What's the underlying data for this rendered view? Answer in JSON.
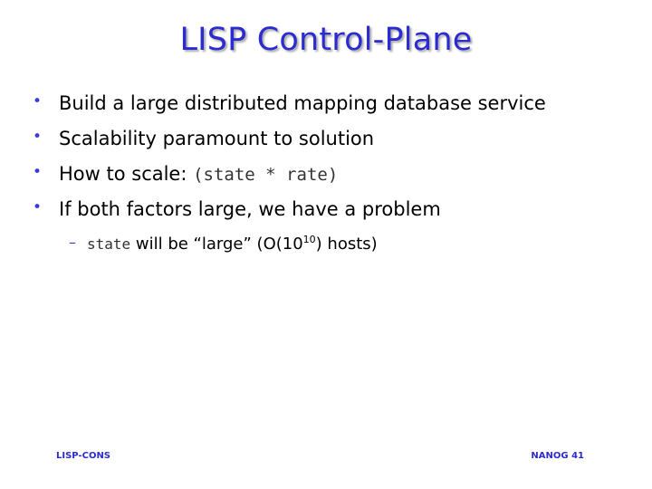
{
  "slide": {
    "title": "LISP Control-Plane",
    "bullet_marker": "•",
    "sub_marker": "–",
    "bullets": [
      "Build a large distributed mapping database service",
      "Scalability paramount to solution",
      {
        "text": "How to scale: ",
        "code": "(state * rate)"
      },
      "If both factors large, we have a problem"
    ],
    "sub_bullet": {
      "code": "state",
      "text_before_sup": " will be “large” (O(10",
      "sup": "10",
      "text_after_sup": ") hosts)"
    },
    "footer_left": "LISP-CONS",
    "footer_right": "NANOG 41"
  }
}
